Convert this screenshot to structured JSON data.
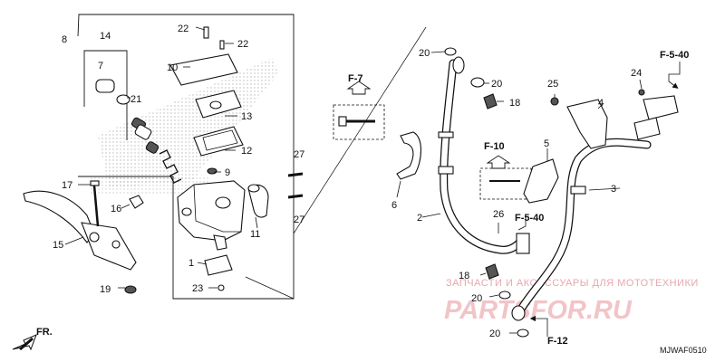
{
  "diagram": {
    "diagram_code": "MJWAF0510",
    "front_marker": "FR.",
    "references": [
      "F-7",
      "F-10",
      "F-5-40",
      "F-5-40",
      "F-12"
    ],
    "part_numbers": [
      "1",
      "2",
      "3",
      "4",
      "5",
      "6",
      "7",
      "8",
      "9",
      "10",
      "11",
      "12",
      "13",
      "14",
      "15",
      "16",
      "17",
      "18",
      "19",
      "20",
      "21",
      "22",
      "23",
      "24",
      "25",
      "26",
      "27"
    ],
    "watermark": {
      "line1": "ЗАПЧАСТИ И АКСЕССУАРЫ ДЛЯ МОТОТЕХНИКИ",
      "line2": "PARTSFOR.RU"
    }
  },
  "colors": {
    "ink": "#111111",
    "watermark": "#e7a7ad",
    "stipple": "#9a9a9a"
  }
}
